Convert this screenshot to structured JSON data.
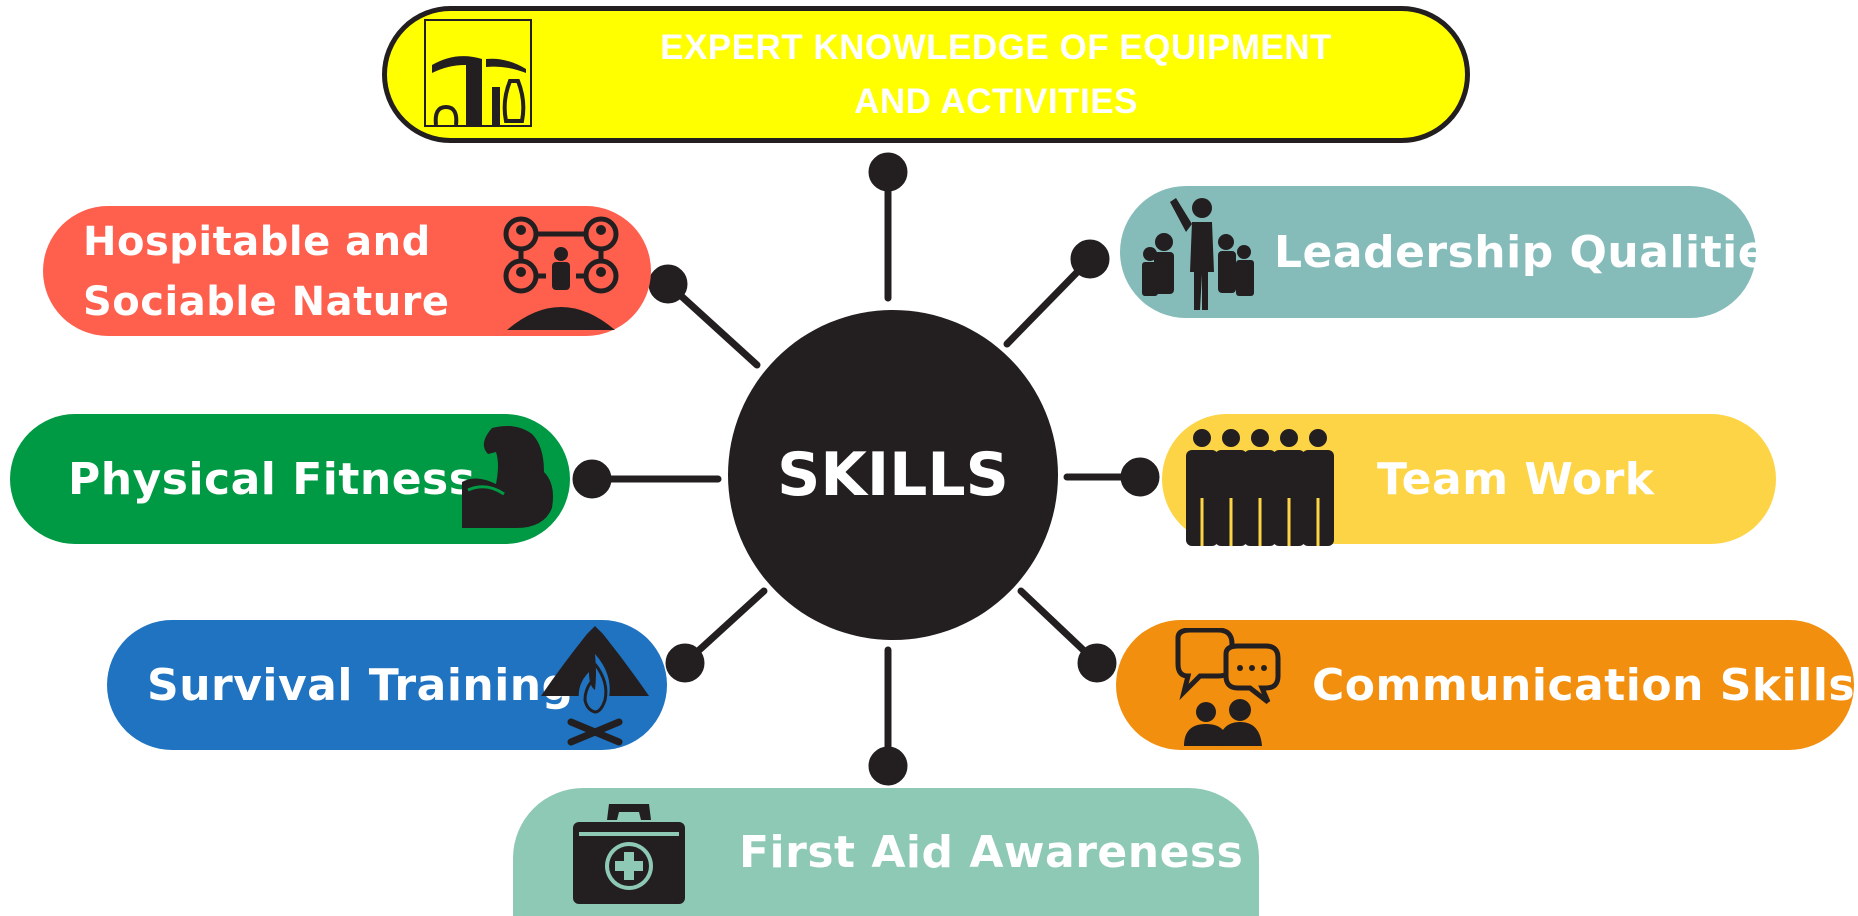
{
  "center": {
    "label": "SKILLS",
    "color": "#231f20"
  },
  "nodes": {
    "expert": {
      "label_line1": "EXPERT KNOWLEDGE OF EQUIPMENT",
      "label_line2": "AND ACTIVITIES",
      "color": "#ffff00",
      "icon": "climbing-gear-icon"
    },
    "hospitable": {
      "label_line1": "Hospitable and",
      "label_line2": "Sociable Nature",
      "color": "#ff5f4d",
      "icon": "social-network-icon"
    },
    "physical": {
      "label": "Physical Fitness",
      "color": "#009a44",
      "icon": "flexed-bicep-icon"
    },
    "survival": {
      "label": "Survival Training",
      "color": "#1f73c0",
      "icon": "tent-campfire-icon"
    },
    "first_aid": {
      "label": "First Aid Awareness",
      "color": "#8dc9b5",
      "icon": "first-aid-kit-icon"
    },
    "leadership": {
      "label": "Leadership Qualities",
      "color": "#85bcba",
      "icon": "leader-group-icon"
    },
    "team_work": {
      "label": "Team Work",
      "color": "#fdd446",
      "icon": "team-people-icon"
    },
    "communication": {
      "label": "Communication Skills",
      "color": "#f28f0f",
      "icon": "chat-bubbles-icon"
    }
  }
}
